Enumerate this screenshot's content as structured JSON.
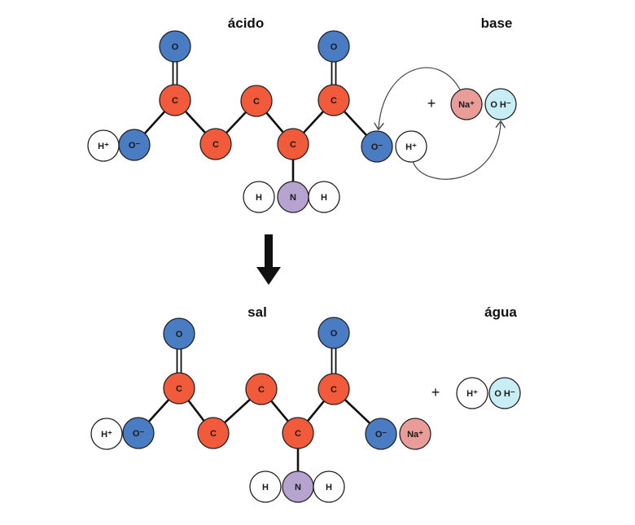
{
  "colors": {
    "O": "#4a7cc4",
    "C": "#f15b3b",
    "N": "#b6a3cf",
    "Na": "#e99c98",
    "OH": "#c9edf5",
    "H": "#ffffff"
  },
  "top": {
    "acid_label": "ácido",
    "base_label": "base",
    "plus": "+",
    "atoms": [
      "O",
      "O",
      "C",
      "C",
      "C",
      "C",
      "C",
      "H⁺",
      "O⁻",
      "O⁻",
      "H⁺",
      "N",
      "H",
      "H",
      "Na⁺",
      "O H⁻"
    ]
  },
  "bottom": {
    "salt_label": "sal",
    "water_label": "água",
    "plus": "+",
    "atoms": [
      "O",
      "O",
      "C",
      "C",
      "C",
      "C",
      "C",
      "H⁺",
      "O⁻",
      "O⁻",
      "Na⁺",
      "N",
      "H",
      "H",
      "H⁺",
      "O H⁻"
    ]
  }
}
